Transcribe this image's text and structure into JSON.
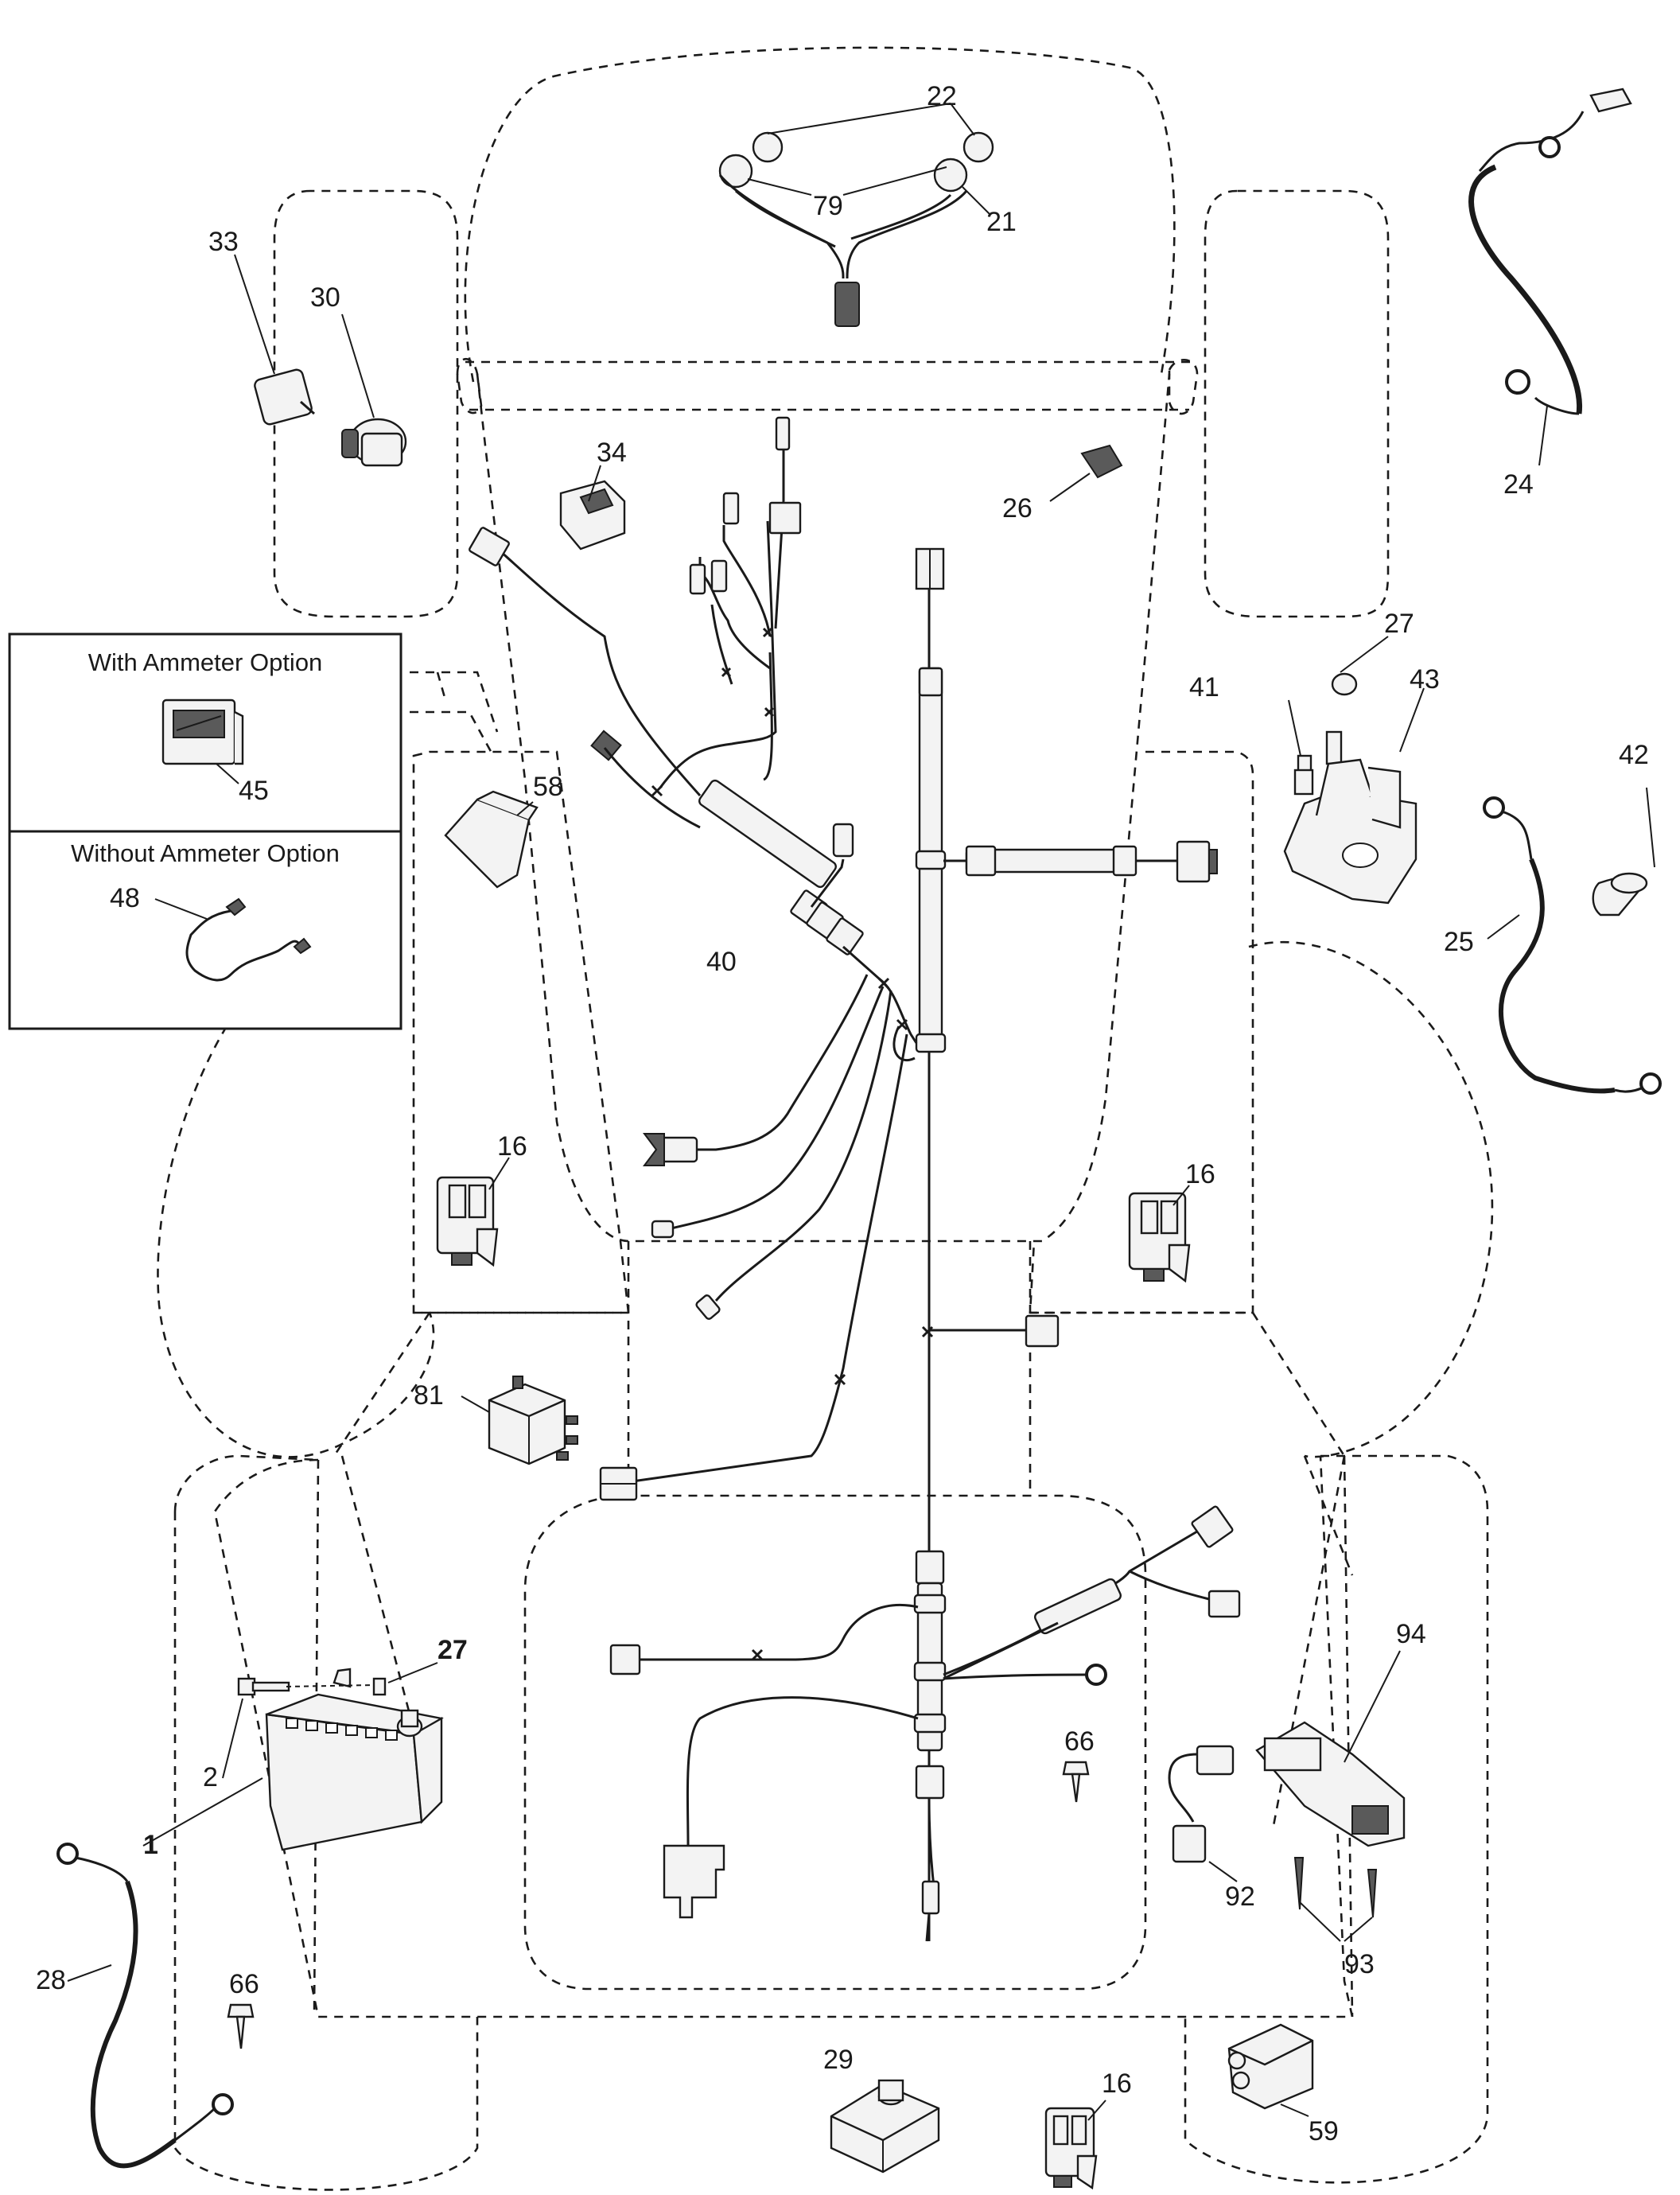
{
  "option_box": {
    "with_ammeter": "With Ammeter Option",
    "without_ammeter": "Without Ammeter Option"
  },
  "callouts": {
    "c1": "1",
    "c2": "2",
    "c16a": "16",
    "c16b": "16",
    "c16c": "16",
    "c21": "21",
    "c22": "22",
    "c24": "24",
    "c25": "25",
    "c26": "26",
    "c27a": "27",
    "c27b": "27",
    "c28": "28",
    "c29": "29",
    "c30": "30",
    "c33": "33",
    "c34": "34",
    "c40": "40",
    "c41": "41",
    "c42": "42",
    "c43": "43",
    "c45": "45",
    "c48": "48",
    "c58": "58",
    "c59": "59",
    "c66a": "66",
    "c66b": "66",
    "c79": "79",
    "c81": "81",
    "c92": "92",
    "c93": "93",
    "c94": "94"
  }
}
